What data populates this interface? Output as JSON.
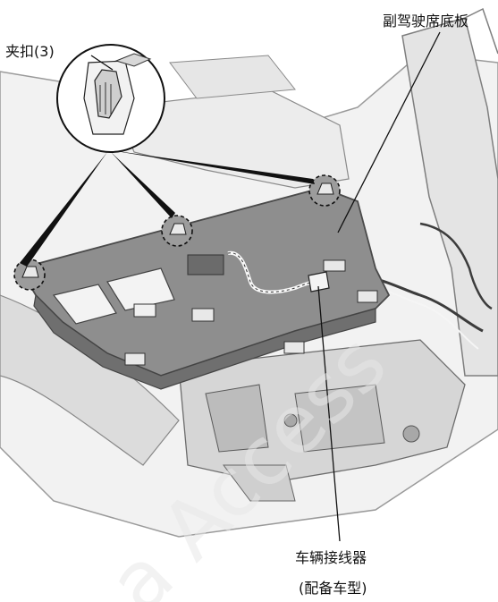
{
  "labels": {
    "clip": "夹扣",
    "clip_count": "(3)",
    "under_panel": "副驾驶席底板",
    "connector": "车辆接线器",
    "connector_note": "(配备车型)"
  },
  "watermark": "a Access",
  "colors": {
    "panel": "#8e8e8e",
    "body_light": "#f1f1f1",
    "outline": "#4a4a4a",
    "leader": "#111111"
  }
}
